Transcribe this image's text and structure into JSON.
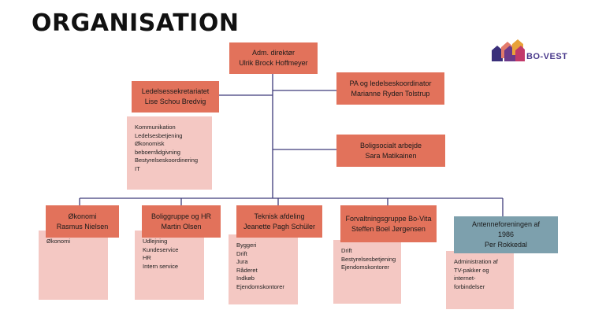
{
  "title": "ORGANISATION",
  "logo": {
    "text": "BO-VEST"
  },
  "director": {
    "role": "Adm. direktør",
    "name": "Ulrik Brock Hoffmeyer"
  },
  "staff_left": {
    "role": "Ledelsessekretariatet",
    "name": "Lise Schou Bredvig",
    "items": [
      "Kommunikation",
      "Ledelsesbetjening",
      "Økonomisk",
      "beboerrådgivning",
      "Bestyrelseskoordinering",
      "IT"
    ]
  },
  "staff_right_1": {
    "role": "PA og ledelseskoordinator",
    "name": "Marianne Ryden Tolstrup"
  },
  "staff_right_2": {
    "role": "Boligsocialt arbejde",
    "name": "Sara Matikainen"
  },
  "departments": [
    {
      "role": "Økonomi",
      "name": "Rasmus Nielsen",
      "items": [
        "Økonomi"
      ]
    },
    {
      "role": "Boliggruppe og HR",
      "name": "Martin Olsen",
      "items": [
        "Udlejning",
        "Kundeservice",
        "HR",
        "Intern service"
      ]
    },
    {
      "role": "Teknisk afdeling",
      "name": "Jeanette Pagh Schüler",
      "items": [
        "Byggeri",
        "Drift",
        "Jura",
        "Råderet",
        "Indkøb",
        "Ejendomskontorer"
      ]
    },
    {
      "role": "Forvaltningsgruppe Bo-Vita",
      "name": "Steffen Boel Jørgensen",
      "items": [
        "Drift",
        "Bestyrelsesbetjening",
        "Ejendomskontorer"
      ]
    },
    {
      "role": "Antenneforeningen af 1986",
      "name": "Per Rokkedal",
      "items": [
        "Administration af",
        "TV-pakker og",
        "internet-",
        "forbindelser"
      ]
    }
  ],
  "colors": {
    "box": "#e2725b",
    "box_teal": "#7da0ad",
    "sub_box": "#f4c8c3",
    "connector": "#3d3a7a"
  }
}
